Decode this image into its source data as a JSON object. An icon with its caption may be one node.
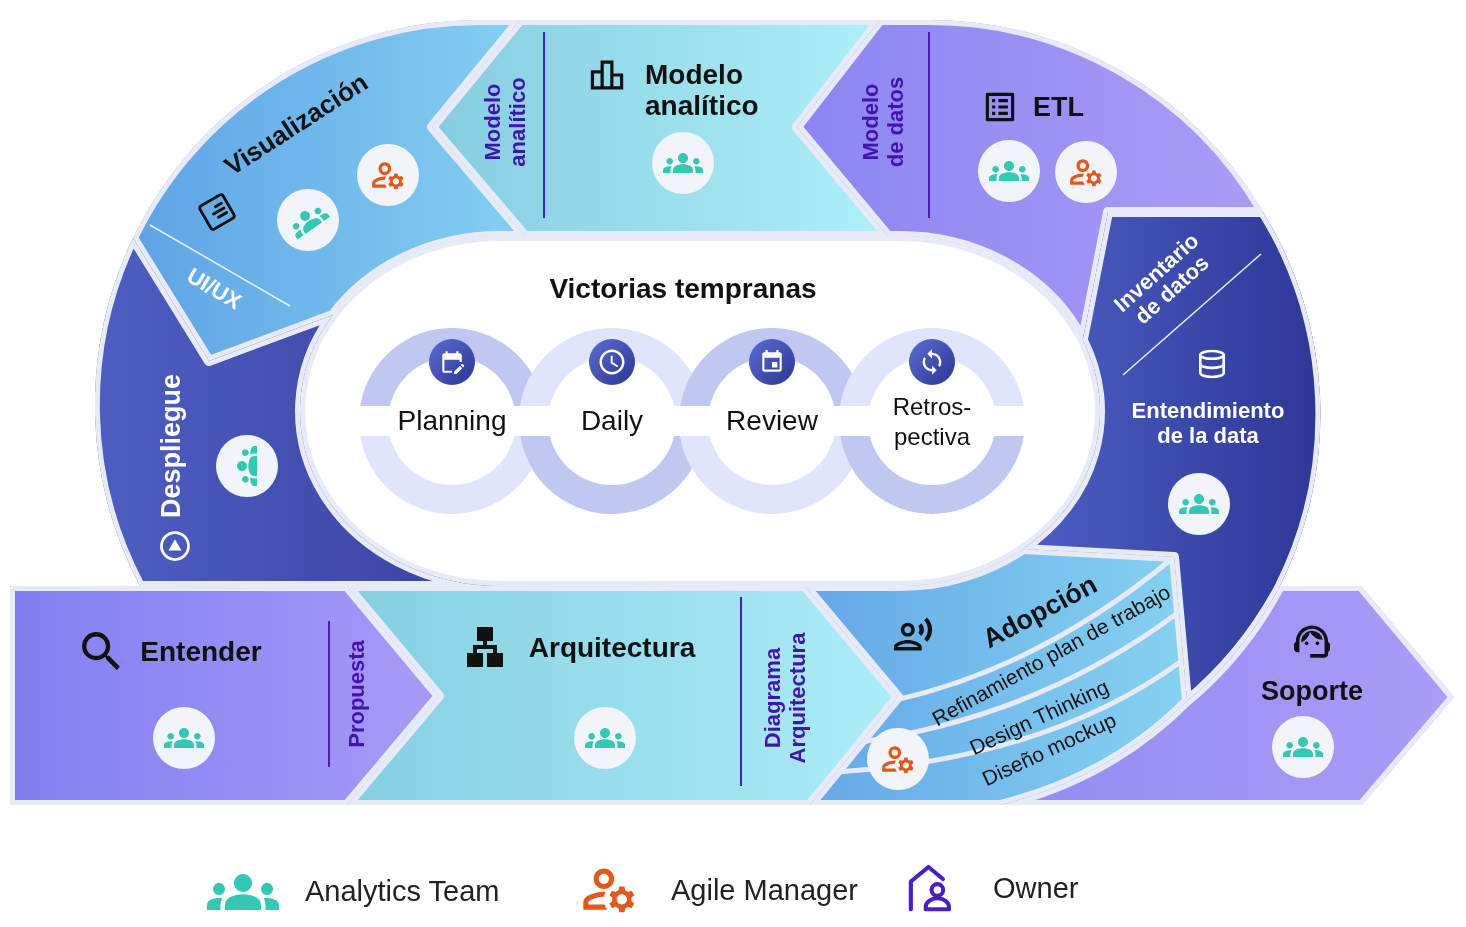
{
  "diagram": {
    "nodes": [
      {
        "text": [
          "Visualización",
          "UI/UX"
        ]
      },
      {
        "text": [
          "Modelo analítico",
          "Modelo analítico"
        ]
      },
      {
        "text": [
          "ETL",
          "Modelo de datos"
        ]
      },
      {
        "text": [
          "Victorias tempranas"
        ]
      },
      {
        "text": [
          "Planning"
        ],
        "in": 3
      },
      {
        "text": [
          "Daily"
        ],
        "in": 3
      },
      {
        "text": [
          "Review"
        ],
        "in": 3
      },
      {
        "text": [
          "Retros- pectiva"
        ],
        "in": 3
      },
      {
        "text": [
          "Despliegue"
        ]
      },
      {
        "text": [
          "Entendimiento de la data",
          "Inventario de datos"
        ]
      },
      {
        "text": [
          "Entender",
          "Propuesta"
        ]
      },
      {
        "text": [
          "Arquitectura",
          "Diagrama Arquitectura"
        ]
      },
      {
        "text": [
          "Adopción",
          "Refinamiento plan de trabajo",
          "Design Thinking",
          "Diseño mockup"
        ]
      },
      {
        "text": [
          "Soporte"
        ]
      }
    ],
    "legend": [
      {
        "text": "Analytics Team"
      },
      {
        "text": "Agile Manager"
      },
      {
        "text": "Owner"
      }
    ]
  }
}
